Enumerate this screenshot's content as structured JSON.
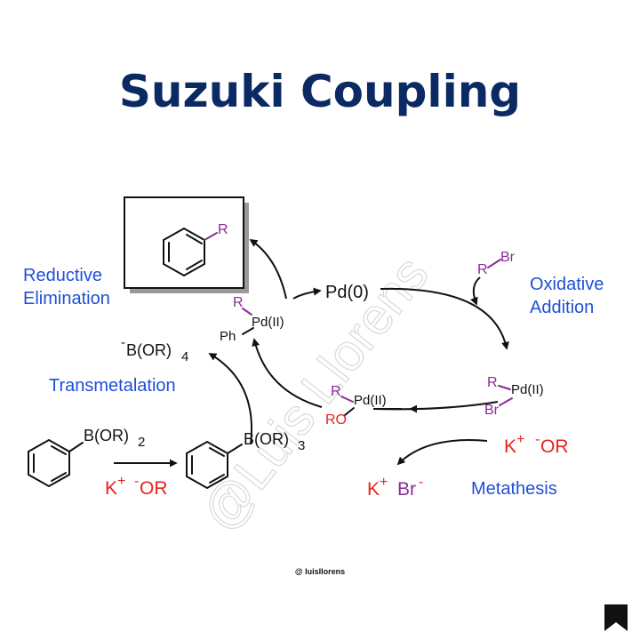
{
  "title": "Suzuki Coupling",
  "watermark": "@Luis Llorens",
  "credit": "@ luisllorens",
  "steps": {
    "reductive_elimination": [
      "Reductive",
      "Elimination"
    ],
    "oxidative_addition": [
      "Oxidative",
      "Addition"
    ],
    "transmetalation": "Transmetalation",
    "metathesis": "Metathesis"
  },
  "species": {
    "pd0": "Pd(0)",
    "pd_label": "Pd(II)",
    "r": "R",
    "ph": "Ph",
    "br": "Br",
    "ro": "RO",
    "k": "K",
    "plus": "+",
    "minus": "-",
    "or": "OR",
    "b": "B(OR)",
    "two": "2",
    "three": "3",
    "four": "4"
  },
  "colors": {
    "title": "#0b2a63",
    "step_label": "#1f4fd8",
    "reagent_red": "#e8231f",
    "substituent_purple": "#8b2b96",
    "text": "#111111"
  },
  "icons": {
    "corner": "bookmark-icon"
  }
}
